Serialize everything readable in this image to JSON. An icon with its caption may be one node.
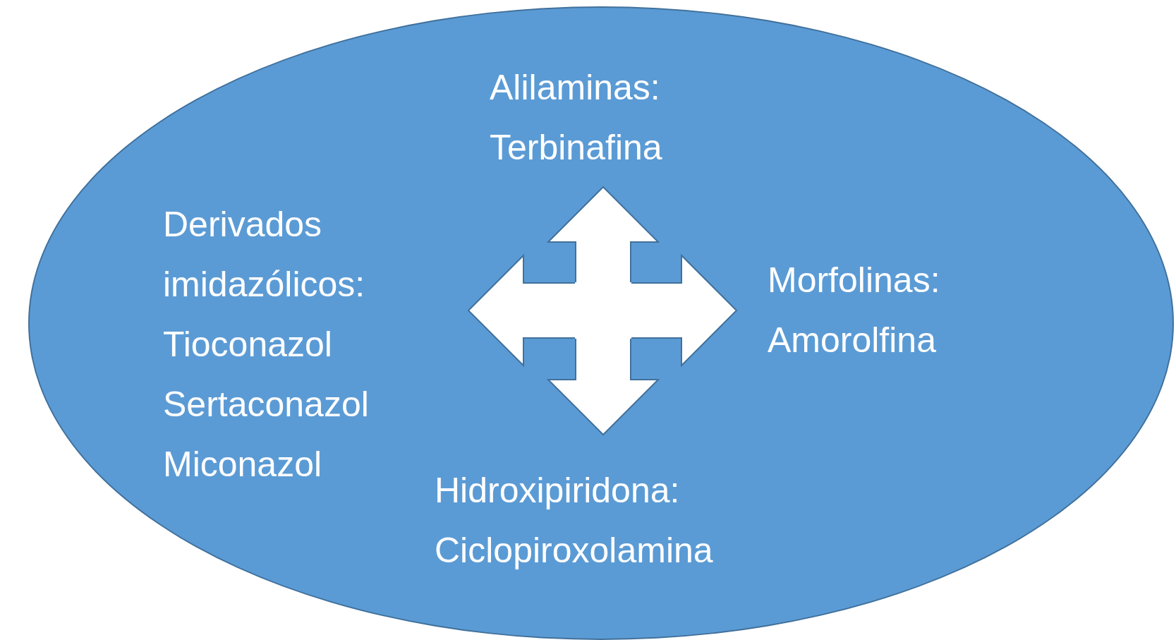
{
  "diagram": {
    "nodes": [
      {
        "text": [],
        "shape": "ellipse"
      },
      {
        "text": [
          "Alilaminas:",
          "Terbinafina"
        ],
        "in": 0
      },
      {
        "text": [
          "Derivados imidazólicos:",
          "Tioconazol",
          "Sertaconazol",
          "Miconazol"
        ],
        "in": 0
      },
      {
        "text": [
          "Morfolinas:",
          "Amorolfina"
        ],
        "in": 0
      },
      {
        "text": [
          "Hidroxipiridona:",
          "Ciclopiroxolamina"
        ],
        "in": 0
      }
    ],
    "edges": [
      {
        "from": 1,
        "to": 4,
        "arrow": "both"
      },
      {
        "from": 2,
        "to": 3,
        "arrow": "both"
      }
    ]
  }
}
